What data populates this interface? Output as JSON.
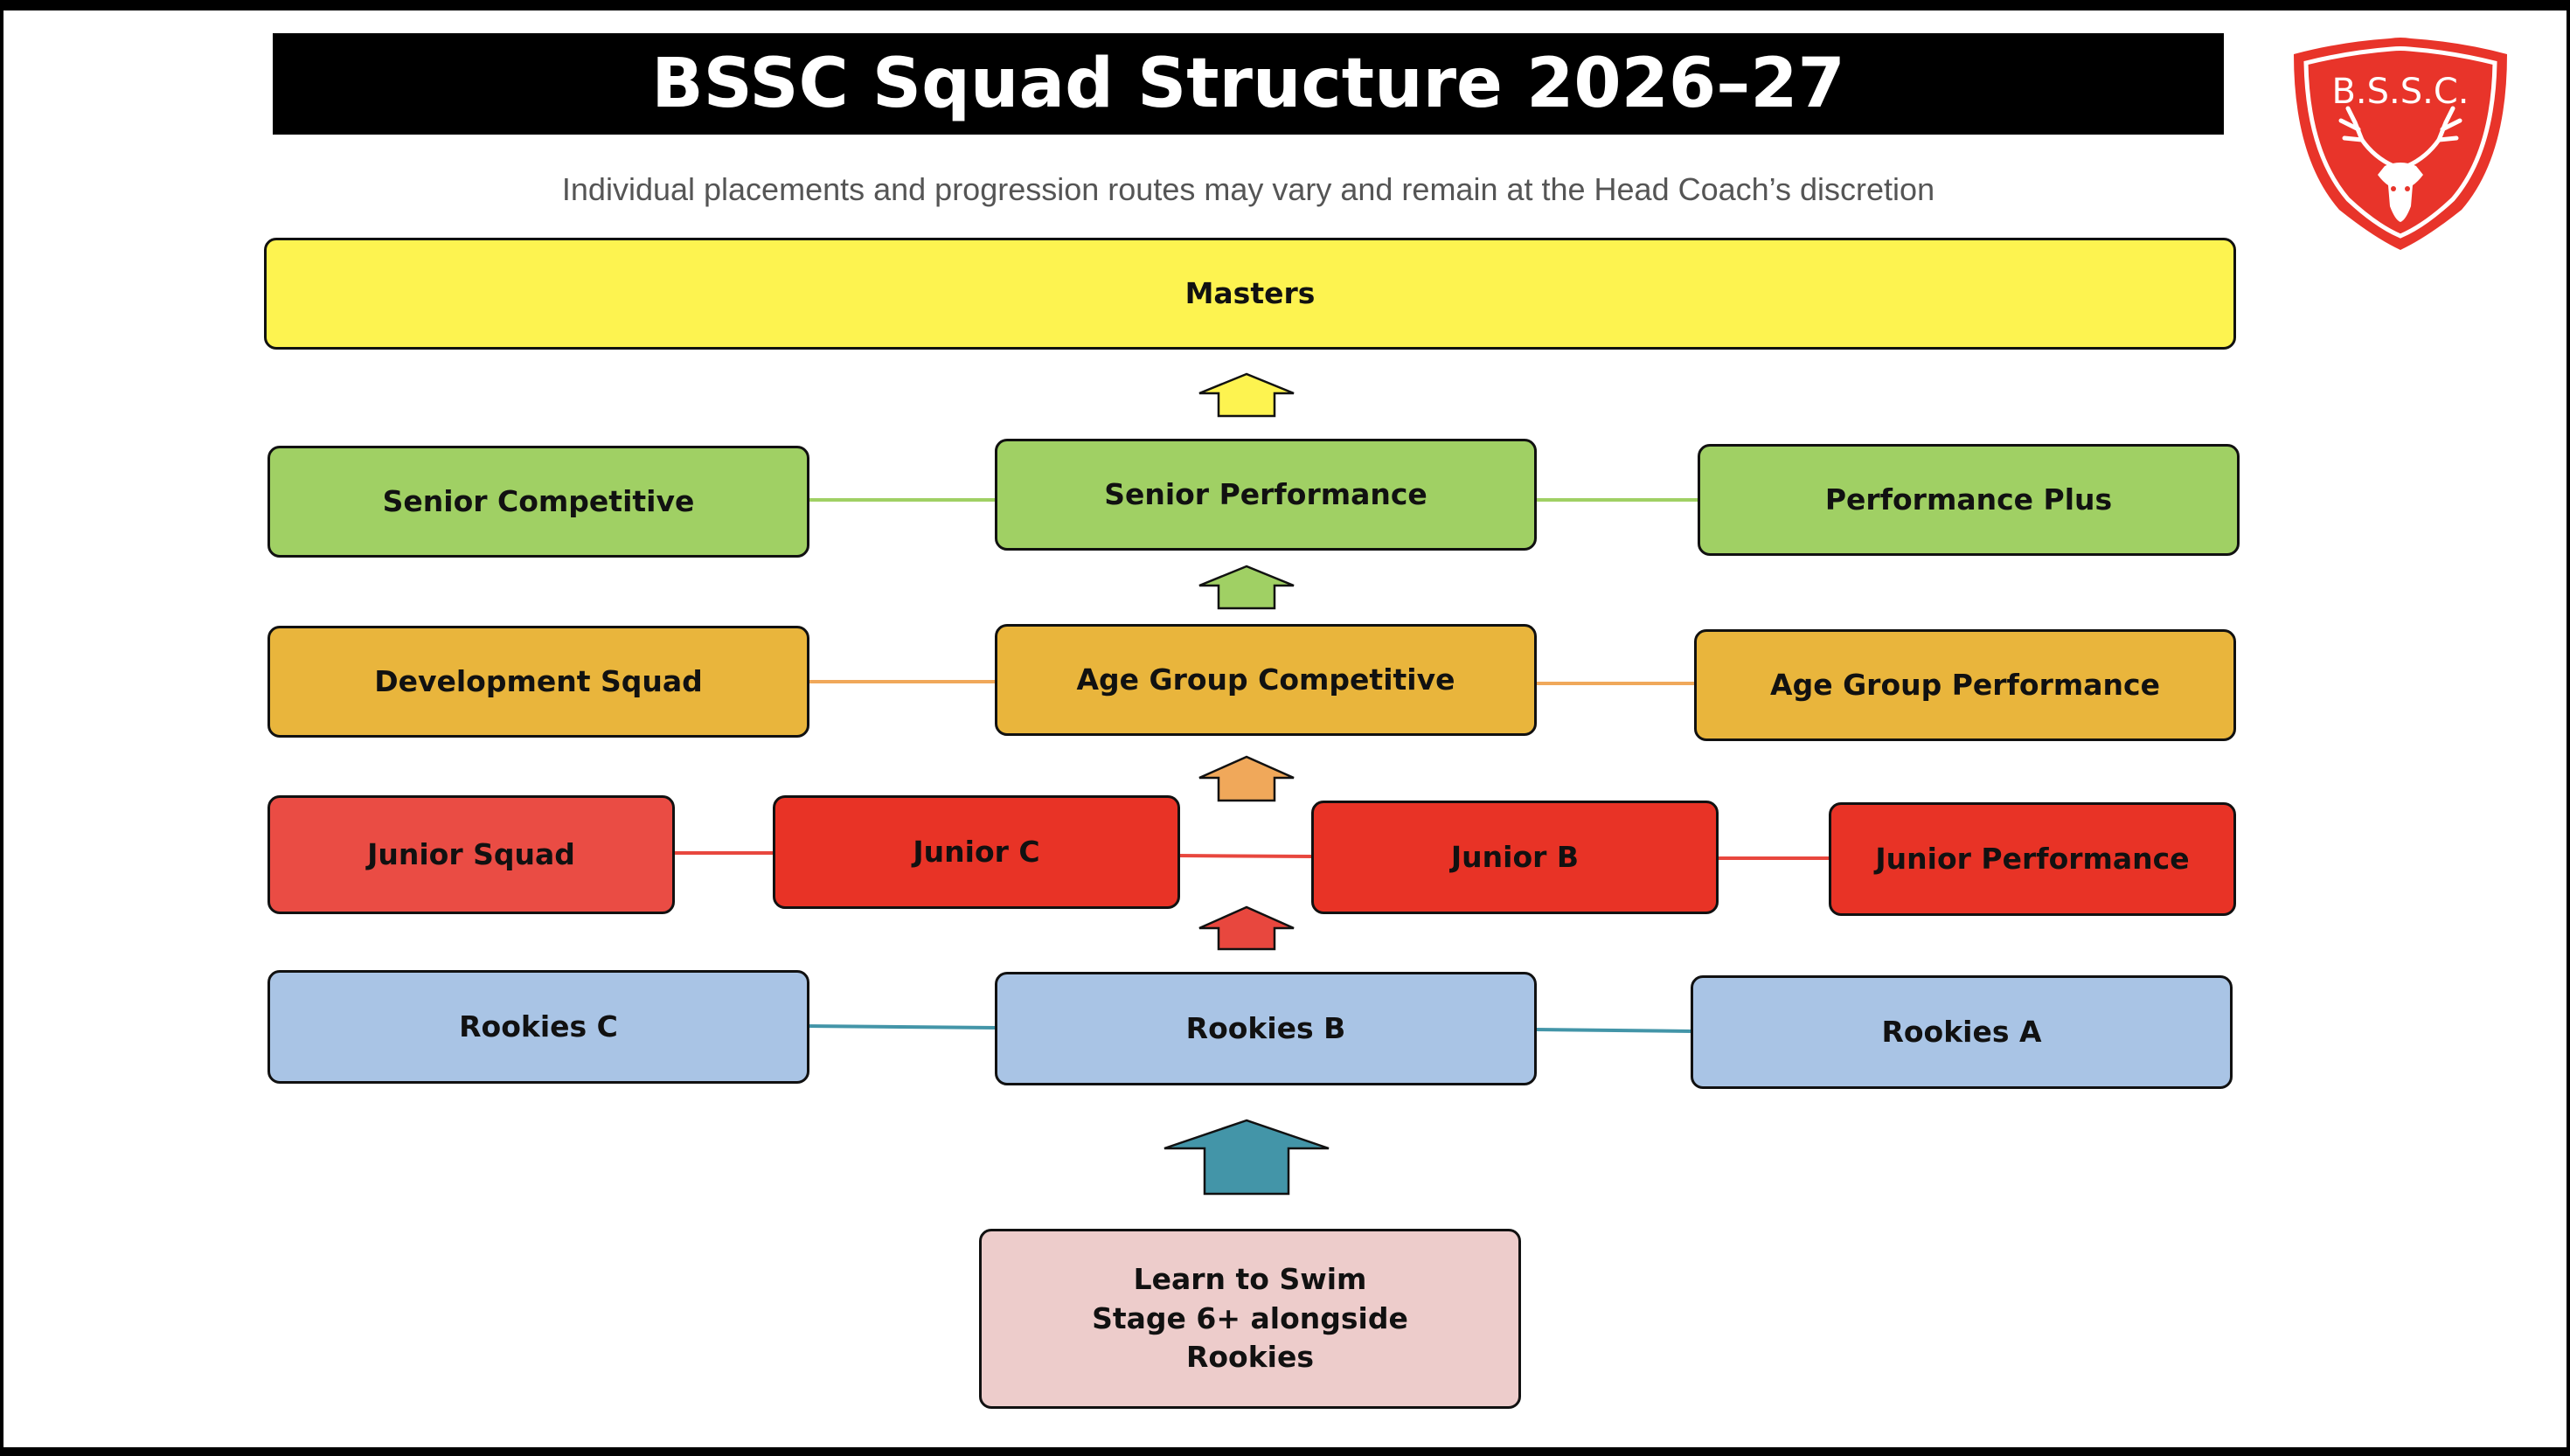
{
  "title": "BSSC Squad Structure 2026–27",
  "subtitle": "Individual placements and progression routes may vary and remain at the Head Coach’s discretion",
  "logo": {
    "text": "B.S.S.C.",
    "icon": "stag-head-shield-icon",
    "color": "#e8342a"
  },
  "colors": {
    "masters": "#fdf350",
    "senior": "#a0d064",
    "age_group": "#e9b53c",
    "junior": "#e83326",
    "junior_squad": "#ea4c44",
    "rookies": "#a9c4e5",
    "learn_to_swim": "#edcccb",
    "rookies_arrow": "#4395a8"
  },
  "squads": {
    "masters": "Masters",
    "senior_competitive": "Senior Competitive",
    "senior_performance": "Senior Performance",
    "performance_plus": "Performance Plus",
    "development_squad": "Development Squad",
    "age_group_competitive": "Age Group Competitive",
    "age_group_performance": "Age Group Performance",
    "junior_squad": "Junior Squad",
    "junior_c": "Junior C",
    "junior_b": "Junior B",
    "junior_performance": "Junior Performance",
    "rookies_c": "Rookies C",
    "rookies_b": "Rookies B",
    "rookies_a": "Rookies A",
    "learn_to_swim": "Learn to Swim\nStage 6+ alongside\nRookies"
  }
}
